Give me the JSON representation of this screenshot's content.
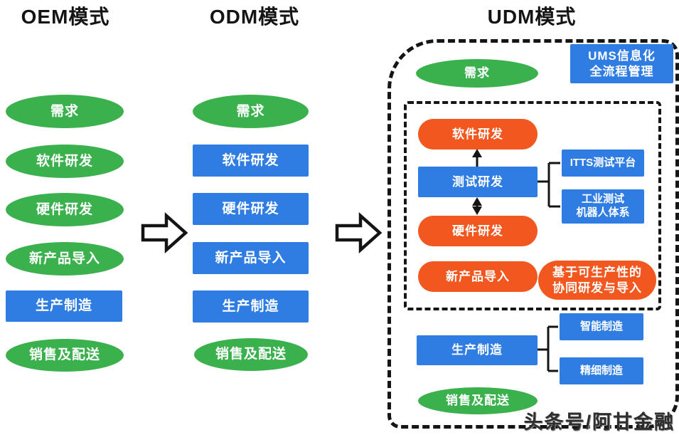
{
  "headers": [
    {
      "id": "oem",
      "label": "OEM模式"
    },
    {
      "id": "odm",
      "label": "ODM模式"
    },
    {
      "id": "udm",
      "label": "UDM模式"
    }
  ],
  "oem": {
    "items": [
      {
        "label": "需求",
        "shape": "ellipse",
        "color": "green"
      },
      {
        "label": "软件研发",
        "shape": "ellipse",
        "color": "green"
      },
      {
        "label": "硬件研发",
        "shape": "ellipse",
        "color": "green"
      },
      {
        "label": "新产品导入",
        "shape": "ellipse",
        "color": "green"
      },
      {
        "label": "生产制造",
        "shape": "rect",
        "color": "blue"
      },
      {
        "label": "销售及配送",
        "shape": "ellipse",
        "color": "green"
      }
    ]
  },
  "odm": {
    "items": [
      {
        "label": "需求",
        "shape": "ellipse",
        "color": "green"
      },
      {
        "label": "软件研发",
        "shape": "rect",
        "color": "blue"
      },
      {
        "label": "硬件研发",
        "shape": "rect",
        "color": "blue"
      },
      {
        "label": "新产品导入",
        "shape": "rect",
        "color": "blue"
      },
      {
        "label": "生产制造",
        "shape": "rect",
        "color": "blue"
      },
      {
        "label": "销售及配送",
        "shape": "ellipse",
        "color": "green"
      }
    ]
  },
  "udm": {
    "demand": "需求",
    "ums": {
      "lines": [
        "UMS信息化",
        "全流程管理"
      ]
    },
    "software": "软件研发",
    "testing": "测试研发",
    "hardware": "硬件研发",
    "npi": "新产品导入",
    "itts": "ITTS测试平台",
    "industrial": {
      "lines": [
        "工业测试",
        "机器人体系"
      ]
    },
    "collab": {
      "lines": [
        "基于可生产性的",
        "协同研发与导入"
      ]
    },
    "production": "生产制造",
    "smart": "智能制造",
    "fine": "精细制造",
    "sales": "销售及配送"
  },
  "watermark": "头条号/阿甘金融",
  "colors": {
    "green": "#3bb14e",
    "blue": "#2f7de3",
    "orange": "#f1571e",
    "line": "#141414"
  }
}
